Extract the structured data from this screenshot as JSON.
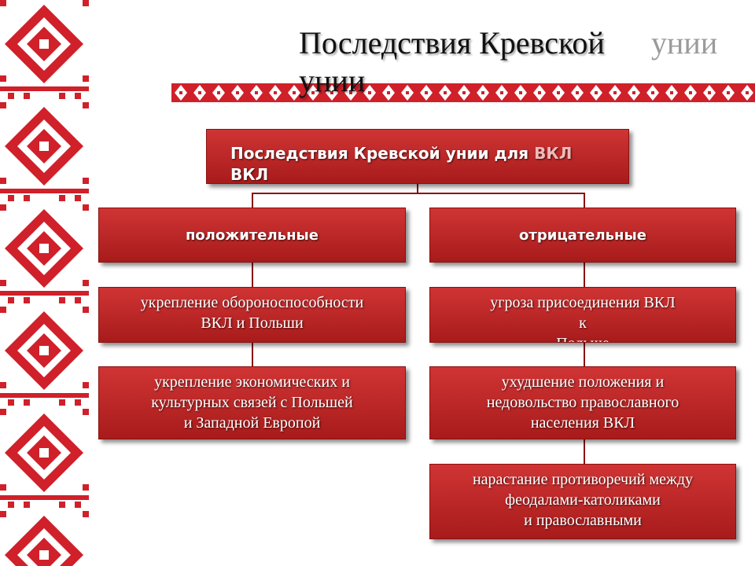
{
  "slide": {
    "title_line1": "Последствия Кревской",
    "title_ghost": "унии",
    "title_line2": "унии"
  },
  "diagram": {
    "root": {
      "label": "Последствия Кревской унии для",
      "label_ghost": "ВКЛ",
      "label_line2": "ВКЛ"
    },
    "positive": {
      "label": "положительные",
      "items": [
        {
          "line1": "укрепление обороноспособности",
          "line2": "ВКЛ и Польши"
        },
        {
          "line1": "укрепление экономических и",
          "line2": "культурных связей с Польшей",
          "line3": "и Западной Европой"
        }
      ]
    },
    "negative": {
      "label": "отрицательные",
      "items": [
        {
          "line1": "угроза присоединения ВКЛ",
          "line2": "к",
          "line3": "Польше"
        },
        {
          "line1": "ухудшение положения и",
          "line2": "недовольство православного",
          "line3": "населения ВКЛ"
        },
        {
          "line1": "нарастание противоречий между",
          "line2": "феодалами-католиками",
          "line3": "и православными"
        }
      ]
    }
  },
  "colors": {
    "box": "#b82424",
    "ornament": "#d0202a",
    "connector": "#8a1010"
  }
}
